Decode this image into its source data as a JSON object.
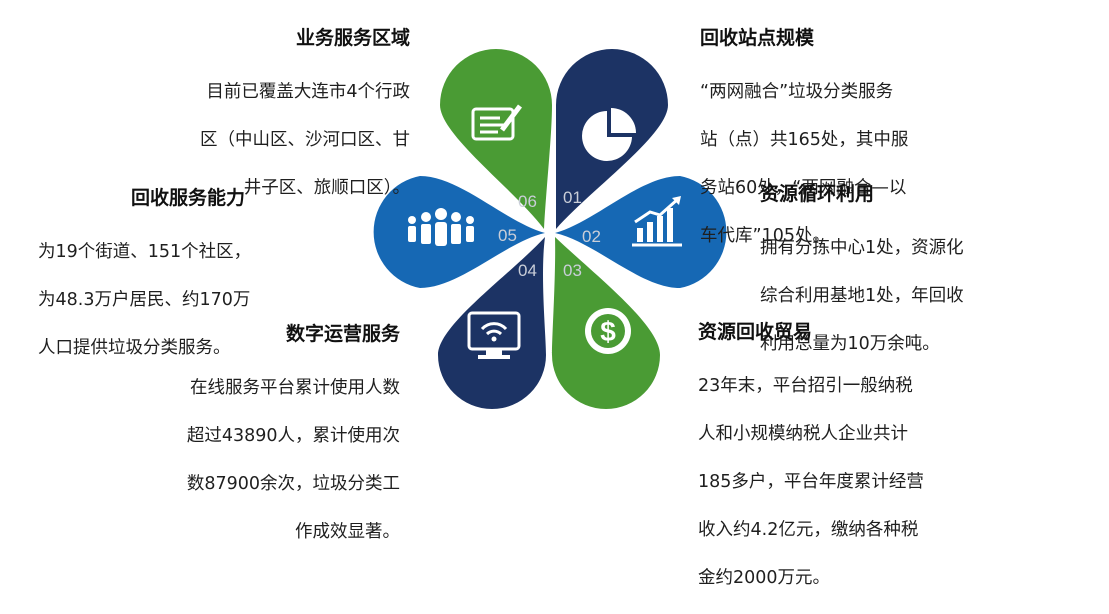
{
  "sections": {
    "s06": {
      "number": "06",
      "icon": "form-edit-icon",
      "color": "#4a9b34",
      "title": "业务服务区域",
      "lines": [
        "目前已覆盖大连市4个行政",
        "区（中山区、沙河口区、甘",
        "井子区、旅顺口区）。"
      ]
    },
    "s01": {
      "number": "01",
      "icon": "pie-chart-icon",
      "color": "#1c3364",
      "title": "回收站点规模",
      "lines": [
        "“两网融合”垃圾分类服务",
        "站（点）共165处，其中服",
        "务站60处，“两网融合—以",
        "车代库”105处。"
      ]
    },
    "s05": {
      "number": "05",
      "icon": "people-group-icon",
      "color": "#1668b4",
      "title": "回收服务能力",
      "lines": [
        "为19个街道、151个社区，",
        "为48.3万户居民、约170万",
        "人口提供垃圾分类服务。"
      ]
    },
    "s02": {
      "number": "02",
      "icon": "growth-chart-icon",
      "color": "#1668b4",
      "title": "资源循环利用",
      "lines": [
        "拥有分拣中心1处，资源化",
        "综合利用基地1处，年回收",
        "利用总量为10万余吨。"
      ]
    },
    "s04": {
      "number": "04",
      "icon": "monitor-wifi-icon",
      "color": "#1c3364",
      "title": "数字运营服务",
      "lines": [
        "在线服务平台累计使用人数",
        "超过43890人，累计使用次",
        "数87900余次，垃圾分类工",
        "作成效显著。"
      ]
    },
    "s03": {
      "number": "03",
      "icon": "dollar-coin-icon",
      "color": "#4a9b34",
      "title": "资源回收贸易",
      "lines": [
        "23年末，平台招引一般纳税",
        "人和小规模纳税人企业共计",
        "185多户，平台年度累计经营",
        "收入约4.2亿元，缴纳各种税",
        "金约2000万元。"
      ]
    }
  }
}
